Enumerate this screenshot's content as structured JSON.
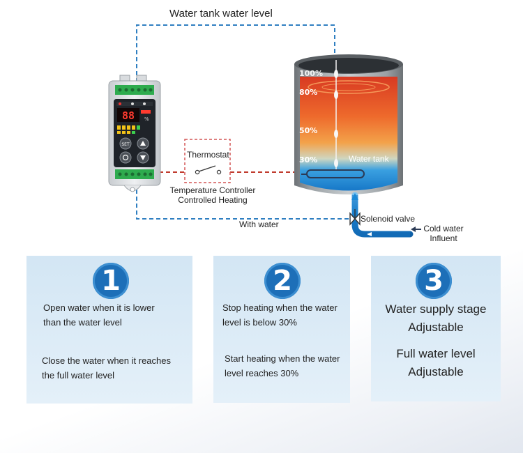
{
  "diagram": {
    "title": "Water tank water level",
    "thermostat_label": "Thermostat",
    "controller_caption_line1": "Temperature Controller",
    "controller_caption_line2": "Controlled Heating",
    "with_water_label": "With water",
    "solenoid_label": "Solenoid valve",
    "cold_water_line1": "Cold water",
    "cold_water_line2": "Influent",
    "tank_label": "Water tank",
    "levels": [
      "100%",
      "80%",
      "50%",
      "30%"
    ],
    "device_keys": {
      "set": "SET",
      "display": "88"
    },
    "colors": {
      "wire_blue": "#2f7fc1",
      "wire_red": "#c0392b",
      "water_blue": "#1a8ad8",
      "hot_red": "#e8452a",
      "hot_orange": "#f08a3a",
      "badge_blue": "#1d6fb8"
    }
  },
  "cards": [
    {
      "number": "1",
      "text1_line1": "Open water when it is lower",
      "text1_line2": "than the water level",
      "text2_line1": "Close the water when it reaches",
      "text2_line2": "the full water level"
    },
    {
      "number": "2",
      "text1_line1": "Stop heating when the water",
      "text1_line2": "level is below 30%",
      "text2_line1": "Start heating when the water",
      "text2_line2": "level reaches 30%"
    },
    {
      "number": "3",
      "text1_line1": "Water supply stage",
      "text1_line2": "Adjustable",
      "text2_line1": "Full water level",
      "text2_line2": "Adjustable"
    }
  ]
}
